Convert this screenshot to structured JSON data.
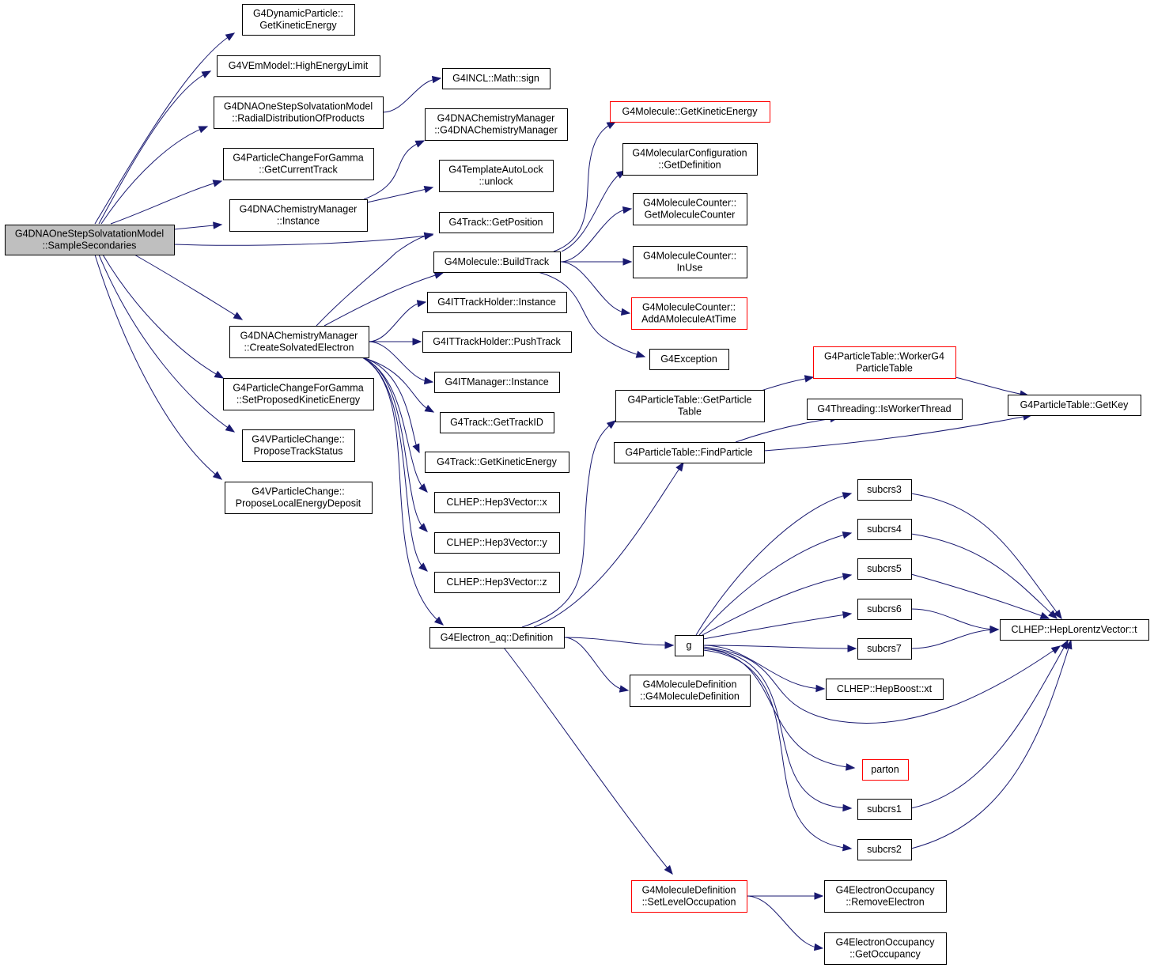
{
  "colors": {
    "edge": "#191970",
    "root_fill": "#bfbfbf",
    "node_border": "#000000",
    "highlight_border": "#ff0000"
  },
  "nodes": [
    {
      "id": "root",
      "lines": [
        "G4DNAOneStepSolvatationModel",
        "::SampleSecondaries"
      ],
      "style": "root"
    },
    {
      "id": "dyn",
      "lines": [
        "G4DynamicParticle::",
        "GetKineticEnergy"
      ]
    },
    {
      "id": "vem",
      "lines": [
        "G4VEmModel::HighEnergyLimit"
      ]
    },
    {
      "id": "radial",
      "lines": [
        "G4DNAOneStepSolvatationModel",
        "::RadialDistributionOfProducts"
      ]
    },
    {
      "id": "pcgct",
      "lines": [
        "G4ParticleChangeForGamma",
        "::GetCurrentTrack"
      ]
    },
    {
      "id": "dcminst",
      "lines": [
        "G4DNAChemistryManager",
        "::Instance"
      ]
    },
    {
      "id": "dcmcse",
      "lines": [
        "G4DNAChemistryManager",
        "::CreateSolvatedElectron"
      ]
    },
    {
      "id": "pcgspk",
      "lines": [
        "G4ParticleChangeForGamma",
        "::SetProposedKineticEnergy"
      ]
    },
    {
      "id": "vpcpts",
      "lines": [
        "G4VParticleChange::",
        "ProposeTrackStatus"
      ]
    },
    {
      "id": "vpcpled",
      "lines": [
        "G4VParticleChange::",
        "ProposeLocalEnergyDeposit"
      ]
    },
    {
      "id": "inclsign",
      "lines": [
        "G4INCL::Math::sign"
      ]
    },
    {
      "id": "dcmctor",
      "lines": [
        "G4DNAChemistryManager",
        "::G4DNAChemistryManager"
      ]
    },
    {
      "id": "tal",
      "lines": [
        "G4TemplateAutoLock",
        "::unlock"
      ]
    },
    {
      "id": "trkpos",
      "lines": [
        "G4Track::GetPosition"
      ]
    },
    {
      "id": "molbt",
      "lines": [
        "G4Molecule::BuildTrack"
      ]
    },
    {
      "id": "itthinst",
      "lines": [
        "G4ITTrackHolder::Instance"
      ]
    },
    {
      "id": "itthpush",
      "lines": [
        "G4ITTrackHolder::PushTrack"
      ]
    },
    {
      "id": "itminst",
      "lines": [
        "G4ITManager::Instance"
      ]
    },
    {
      "id": "trkid",
      "lines": [
        "G4Track::GetTrackID"
      ]
    },
    {
      "id": "trkke",
      "lines": [
        "G4Track::GetKineticEnergy"
      ]
    },
    {
      "id": "h3x",
      "lines": [
        "CLHEP::Hep3Vector::x"
      ]
    },
    {
      "id": "h3y",
      "lines": [
        "CLHEP::Hep3Vector::y"
      ]
    },
    {
      "id": "h3z",
      "lines": [
        "CLHEP::Hep3Vector::z"
      ]
    },
    {
      "id": "eaqdef",
      "lines": [
        "G4Electron_aq::Definition"
      ]
    },
    {
      "id": "molgke",
      "lines": [
        "G4Molecule::GetKineticEnergy"
      ],
      "style": "red"
    },
    {
      "id": "mcgd",
      "lines": [
        "G4MolecularConfiguration",
        "::GetDefinition"
      ]
    },
    {
      "id": "mcgmc",
      "lines": [
        "G4MoleculeCounter::",
        "GetMoleculeCounter"
      ]
    },
    {
      "id": "mciu",
      "lines": [
        "G4MoleculeCounter::",
        "InUse"
      ]
    },
    {
      "id": "mcaam",
      "lines": [
        "G4MoleculeCounter::",
        "AddAMoleculeAtTime"
      ],
      "style": "red"
    },
    {
      "id": "exc",
      "lines": [
        "G4Exception"
      ]
    },
    {
      "id": "ptwork",
      "lines": [
        "G4ParticleTable::WorkerG4",
        "ParticleTable"
      ],
      "style": "red"
    },
    {
      "id": "ptgpt",
      "lines": [
        "G4ParticleTable::GetParticle",
        "Table"
      ]
    },
    {
      "id": "thriwt",
      "lines": [
        "G4Threading::IsWorkerThread"
      ]
    },
    {
      "id": "ptfp",
      "lines": [
        "G4ParticleTable::FindParticle"
      ]
    },
    {
      "id": "ptgk",
      "lines": [
        "G4ParticleTable::GetKey"
      ]
    },
    {
      "id": "s3",
      "lines": [
        "subcrs3"
      ]
    },
    {
      "id": "s4",
      "lines": [
        "subcrs4"
      ]
    },
    {
      "id": "s5",
      "lines": [
        "subcrs5"
      ]
    },
    {
      "id": "s6",
      "lines": [
        "subcrs6"
      ]
    },
    {
      "id": "g",
      "lines": [
        "g"
      ]
    },
    {
      "id": "s7",
      "lines": [
        "subcrs7"
      ]
    },
    {
      "id": "hlvt",
      "lines": [
        "CLHEP::HepLorentzVector::t"
      ]
    },
    {
      "id": "hbxt",
      "lines": [
        "CLHEP::HepBoost::xt"
      ]
    },
    {
      "id": "parton",
      "lines": [
        "parton"
      ],
      "style": "red"
    },
    {
      "id": "s1",
      "lines": [
        "subcrs1"
      ]
    },
    {
      "id": "s2",
      "lines": [
        "subcrs2"
      ]
    },
    {
      "id": "mdctor",
      "lines": [
        "G4MoleculeDefinition",
        "::G4MoleculeDefinition"
      ]
    },
    {
      "id": "mdslo",
      "lines": [
        "G4MoleculeDefinition",
        "::SetLevelOccupation"
      ],
      "style": "red"
    },
    {
      "id": "eore",
      "lines": [
        "G4ElectronOccupancy",
        "::RemoveElectron"
      ]
    },
    {
      "id": "eogo",
      "lines": [
        "G4ElectronOccupancy",
        "::GetOccupancy"
      ]
    }
  ],
  "edges": [
    [
      "root",
      "dyn"
    ],
    [
      "root",
      "vem"
    ],
    [
      "root",
      "radial"
    ],
    [
      "root",
      "pcgct"
    ],
    [
      "root",
      "dcminst"
    ],
    [
      "root",
      "trkpos"
    ],
    [
      "root",
      "dcmcse"
    ],
    [
      "root",
      "pcgspk"
    ],
    [
      "root",
      "vpcpts"
    ],
    [
      "root",
      "vpcpled"
    ],
    [
      "radial",
      "inclsign"
    ],
    [
      "dcminst",
      "dcmctor"
    ],
    [
      "dcminst",
      "tal"
    ],
    [
      "dcmcse",
      "trkpos"
    ],
    [
      "dcmcse",
      "molbt"
    ],
    [
      "dcmcse",
      "itthinst"
    ],
    [
      "dcmcse",
      "itthpush"
    ],
    [
      "dcmcse",
      "itminst"
    ],
    [
      "dcmcse",
      "trkid"
    ],
    [
      "dcmcse",
      "trkke"
    ],
    [
      "dcmcse",
      "h3x"
    ],
    [
      "dcmcse",
      "h3y"
    ],
    [
      "dcmcse",
      "h3z"
    ],
    [
      "dcmcse",
      "eaqdef"
    ],
    [
      "molbt",
      "molgke"
    ],
    [
      "molbt",
      "mcgd"
    ],
    [
      "molbt",
      "mcgmc"
    ],
    [
      "molbt",
      "mciu"
    ],
    [
      "molbt",
      "mcaam"
    ],
    [
      "molbt",
      "exc"
    ],
    [
      "eaqdef",
      "ptgpt"
    ],
    [
      "eaqdef",
      "ptfp"
    ],
    [
      "eaqdef",
      "g"
    ],
    [
      "eaqdef",
      "mdctor"
    ],
    [
      "eaqdef",
      "mdslo"
    ],
    [
      "ptgpt",
      "ptwork"
    ],
    [
      "ptwork",
      "ptgk"
    ],
    [
      "ptfp",
      "thriwt"
    ],
    [
      "ptfp",
      "ptgk"
    ],
    [
      "g",
      "s3"
    ],
    [
      "g",
      "s4"
    ],
    [
      "g",
      "s5"
    ],
    [
      "g",
      "s6"
    ],
    [
      "g",
      "s7"
    ],
    [
      "g",
      "hbxt"
    ],
    [
      "g",
      "hlvt"
    ],
    [
      "g",
      "parton"
    ],
    [
      "g",
      "s1"
    ],
    [
      "g",
      "s2"
    ],
    [
      "s3",
      "hlvt"
    ],
    [
      "s4",
      "hlvt"
    ],
    [
      "s5",
      "hlvt"
    ],
    [
      "s6",
      "hlvt"
    ],
    [
      "s7",
      "hlvt"
    ],
    [
      "s1",
      "hlvt"
    ],
    [
      "s2",
      "hlvt"
    ],
    [
      "mdslo",
      "eore"
    ],
    [
      "mdslo",
      "eogo"
    ]
  ]
}
